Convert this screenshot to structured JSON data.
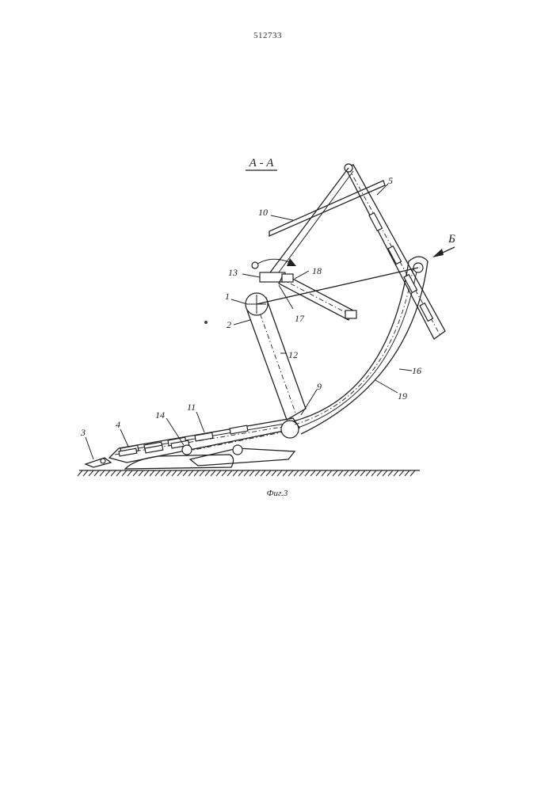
{
  "header": {
    "document_number": "512733"
  },
  "section": {
    "title": "А - А"
  },
  "figure": {
    "caption": "Фиг.3"
  },
  "view_marker": {
    "label": "Б"
  },
  "callouts": [
    "1",
    "2",
    "3",
    "4",
    "5",
    "9",
    "10",
    "11",
    "12",
    "13",
    "14",
    "16",
    "17",
    "18",
    "19"
  ]
}
